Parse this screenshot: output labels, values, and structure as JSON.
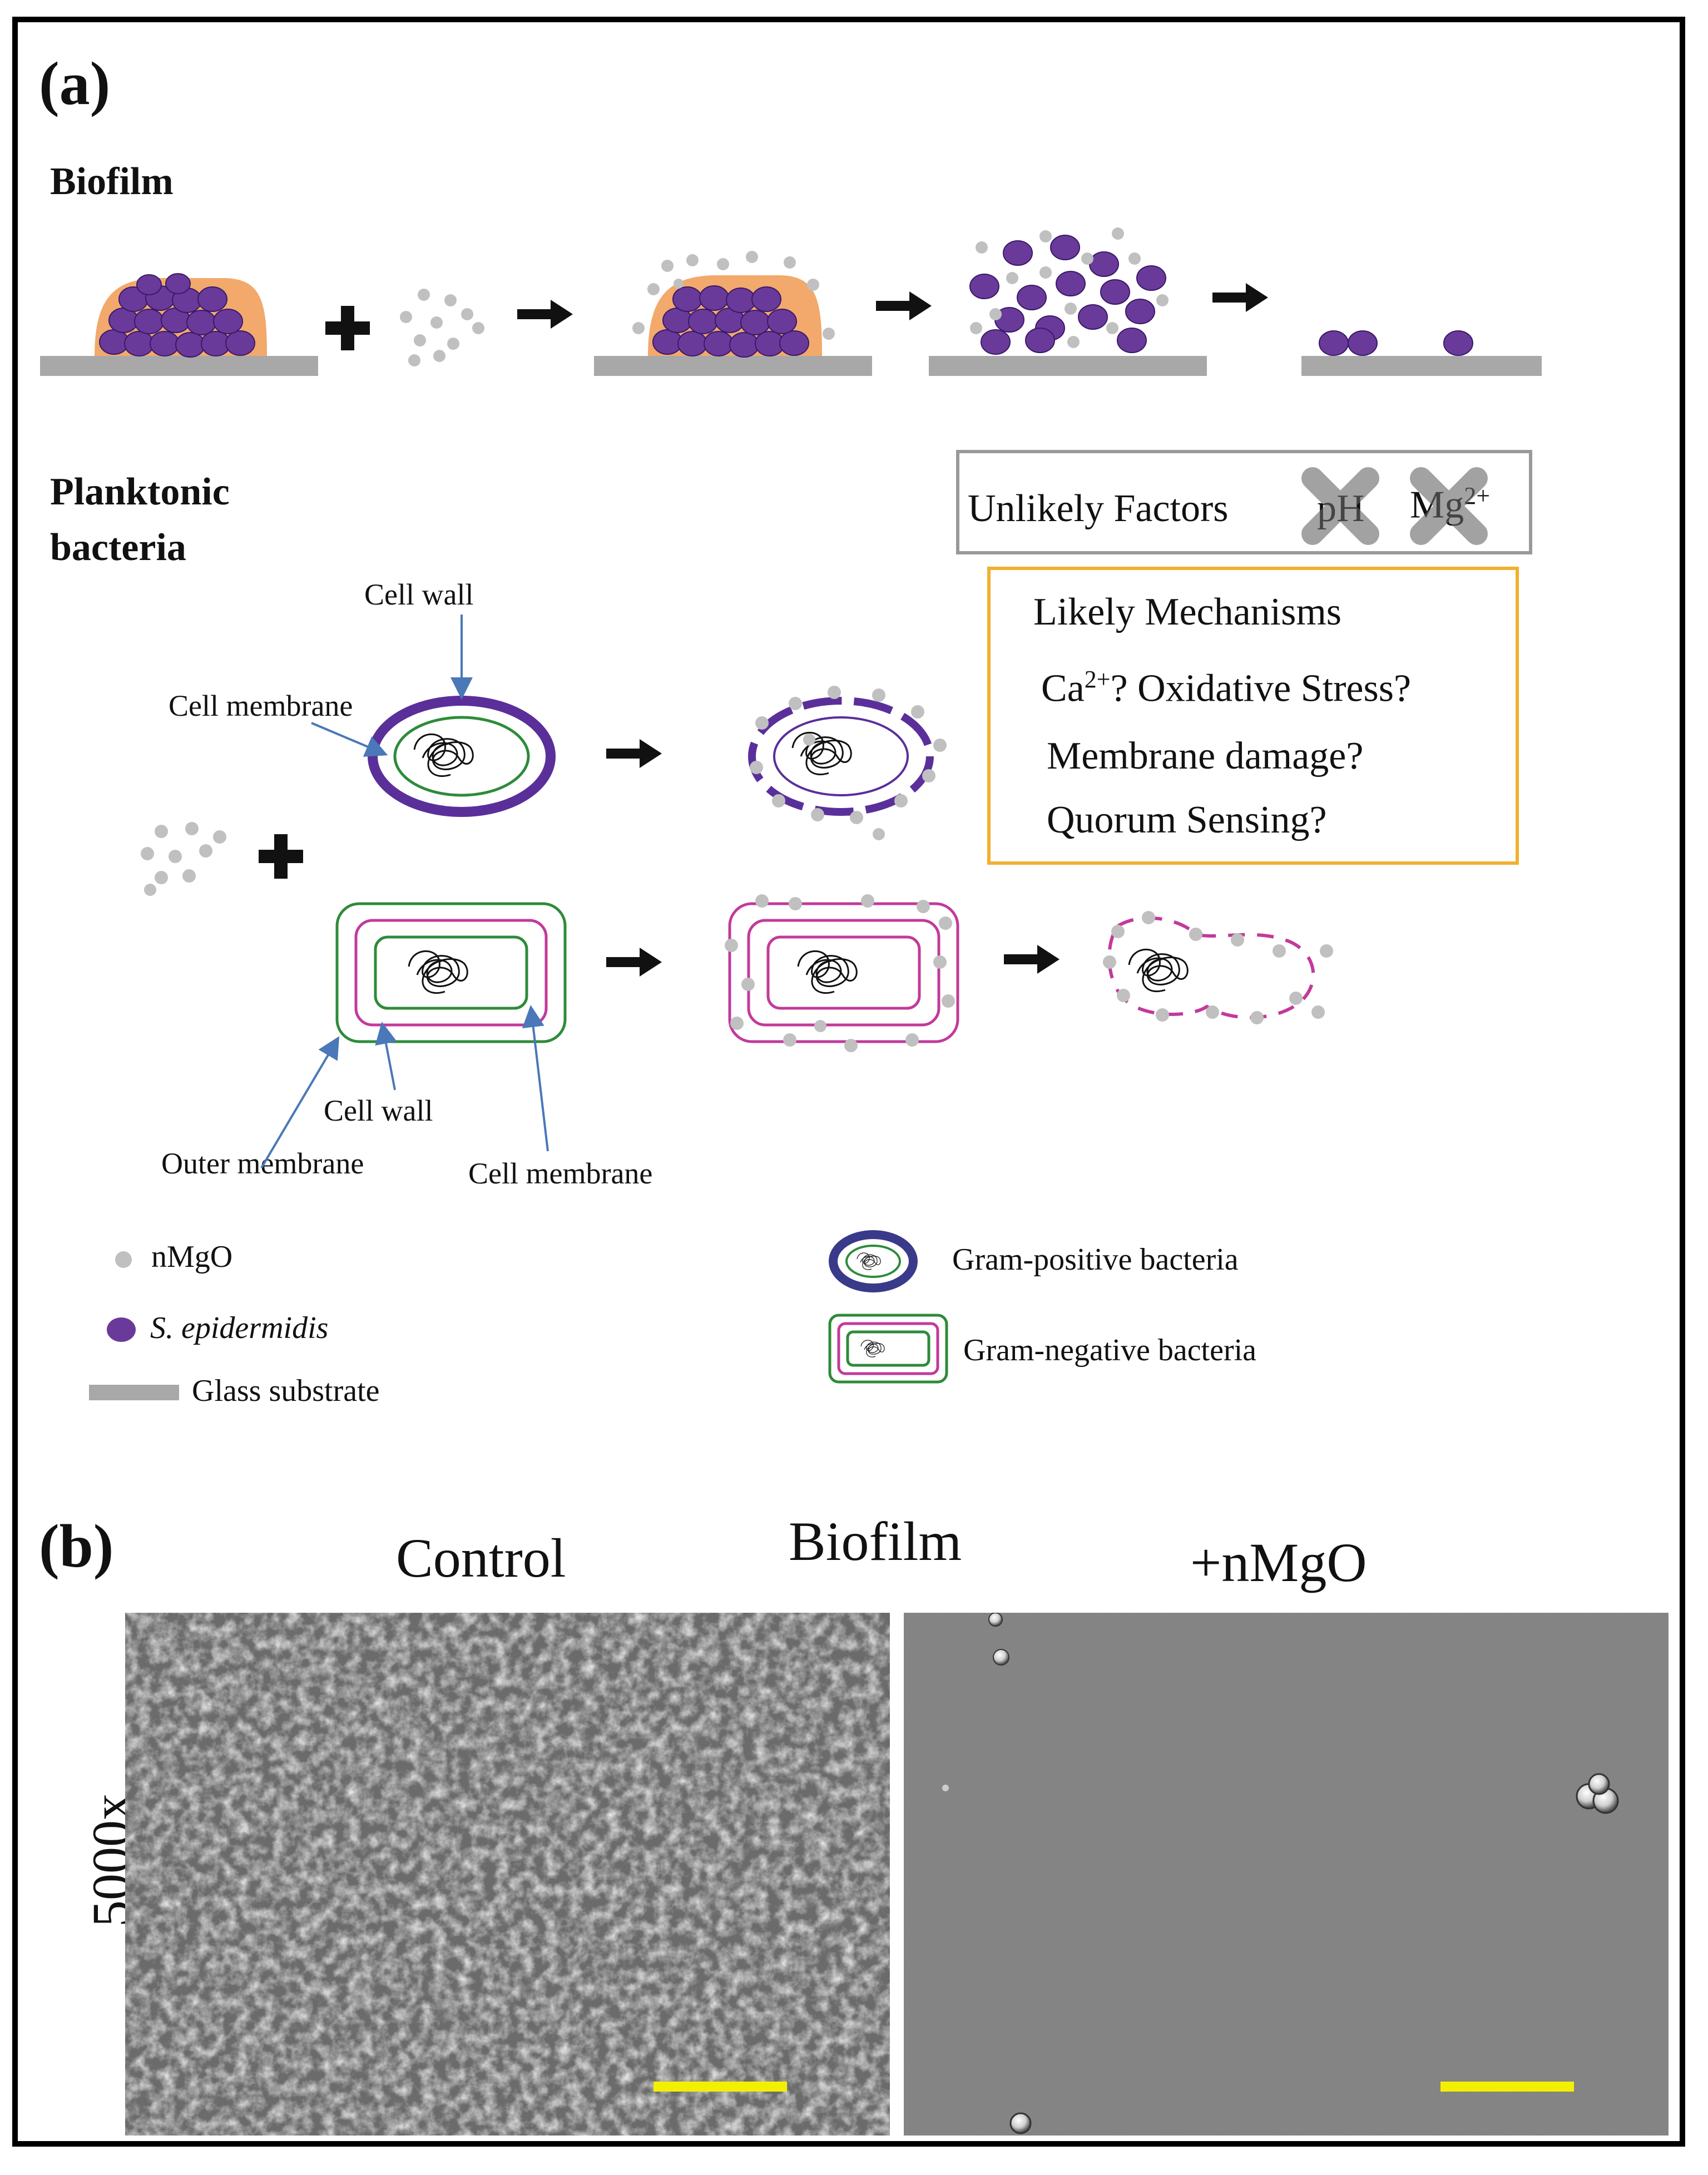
{
  "panel_a": {
    "letter": "(a)",
    "biofilm_heading": "Biofilm",
    "planktonic_heading_line1": "Planktonic",
    "planktonic_heading_line2": "bacteria",
    "unlikely_box": {
      "label": "Unlikely Factors",
      "item1": "pH",
      "item2_base": "Mg",
      "item2_sup": "2+"
    },
    "likely_box": {
      "title": "Likely Mechanisms",
      "line1_base": "Ca",
      "line1_sup": "2+",
      "line1_rest": "? Oxidative Stress?",
      "line2": "Membrane damage?",
      "line3": "Quorum Sensing?"
    },
    "gram_positive_labels": {
      "cell_wall": "Cell wall",
      "cell_membrane": "Cell membrane"
    },
    "gram_negative_labels": {
      "cell_wall": "Cell wall",
      "outer_membrane": "Outer membrane",
      "cell_membrane": "Cell membrane"
    },
    "legend": {
      "nmgo": "nMgO",
      "s_epidermidis": "S. epidermidis",
      "glass": "Glass substrate",
      "gram_pos": "Gram-positive bacteria",
      "gram_neg": "Gram-negative bacteria"
    },
    "colors": {
      "bacteria": "#6a3a9a",
      "matrix": "#f2a96b",
      "nmgo": "#c0c0c0",
      "glass": "#a8a8a8",
      "green_membrane": "#2e8b3a",
      "magenta_membrane": "#c23a9a",
      "unlikely_border": "#999999",
      "likely_border": "#f0b030",
      "scale_bar": "#f2f000"
    }
  },
  "panel_b": {
    "letter": "(b)",
    "col_control": "Control",
    "col_biofilm": "Biofilm",
    "col_nmgo": "+nMgO",
    "row_label": "5000x"
  }
}
